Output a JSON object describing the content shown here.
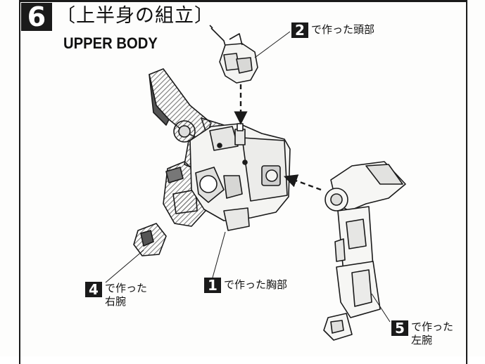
{
  "step": {
    "number": "6",
    "title_jp": "〔上半身の組立〕",
    "title_en": "UPPER BODY"
  },
  "callouts": [
    {
      "id": "head",
      "number": "2",
      "line1": "で作った頭部",
      "line2": ""
    },
    {
      "id": "chest",
      "number": "1",
      "line1": "で作った胸部",
      "line2": ""
    },
    {
      "id": "right-arm",
      "number": "4",
      "line1": "で作った",
      "line2": "右腕"
    },
    {
      "id": "left-arm",
      "number": "5",
      "line1": "で作った",
      "line2": "左腕"
    }
  ],
  "colors": {
    "ink": "#1a1a1a",
    "hatch": "#8a8a8a",
    "paper": "#fdfdfc"
  }
}
